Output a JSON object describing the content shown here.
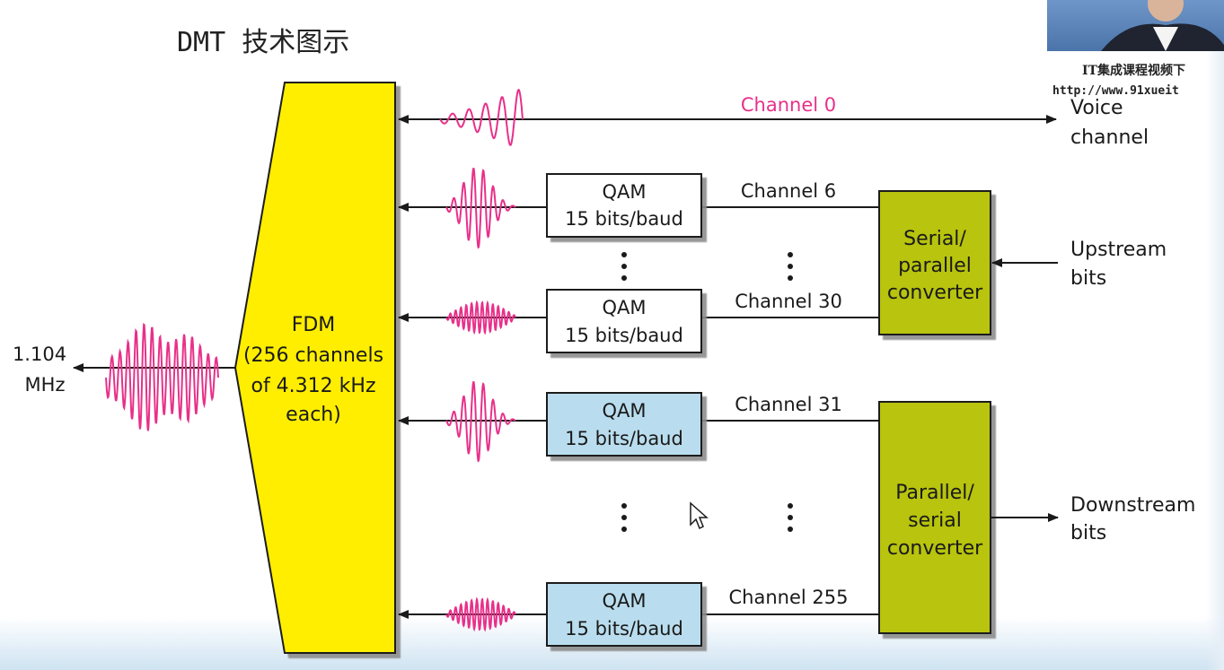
{
  "slide": {
    "title": "DMT 技术图示",
    "watermark_line1": "IT集成课程视频下",
    "watermark_line2": "http://www.91xueit"
  },
  "diagram": {
    "output_label_line1": "1.104",
    "output_label_line2": "MHz",
    "fdm_lines": [
      "FDM",
      "(256 channels",
      "of 4.312 kHz",
      "each)"
    ],
    "channel0_label": "Channel 0",
    "voice_label_line1": "Voice",
    "voice_label_line2": "channel",
    "qam_line1": "QAM",
    "qam_line2": "15 bits/baud",
    "channel_labels": [
      "Channel 6",
      "Channel 30",
      "Channel 31",
      "Channel 255"
    ],
    "upstream_converter_lines": [
      "Serial/",
      "parallel",
      "converter"
    ],
    "downstream_converter_lines": [
      "Parallel/",
      "serial",
      "converter"
    ],
    "upstream_label_line1": "Upstream",
    "upstream_label_line2": "bits",
    "downstream_label_line1": "Downstream",
    "downstream_label_line2": "bits",
    "colors": {
      "fdm": "#ffee00",
      "converter": "#b8c40a",
      "upstream_qam": "#ffffff",
      "downstream_qam": "#b9ddee",
      "wave": "#e8308a",
      "channel0_text": "#e8308a",
      "line": "#1a1a1a"
    }
  }
}
